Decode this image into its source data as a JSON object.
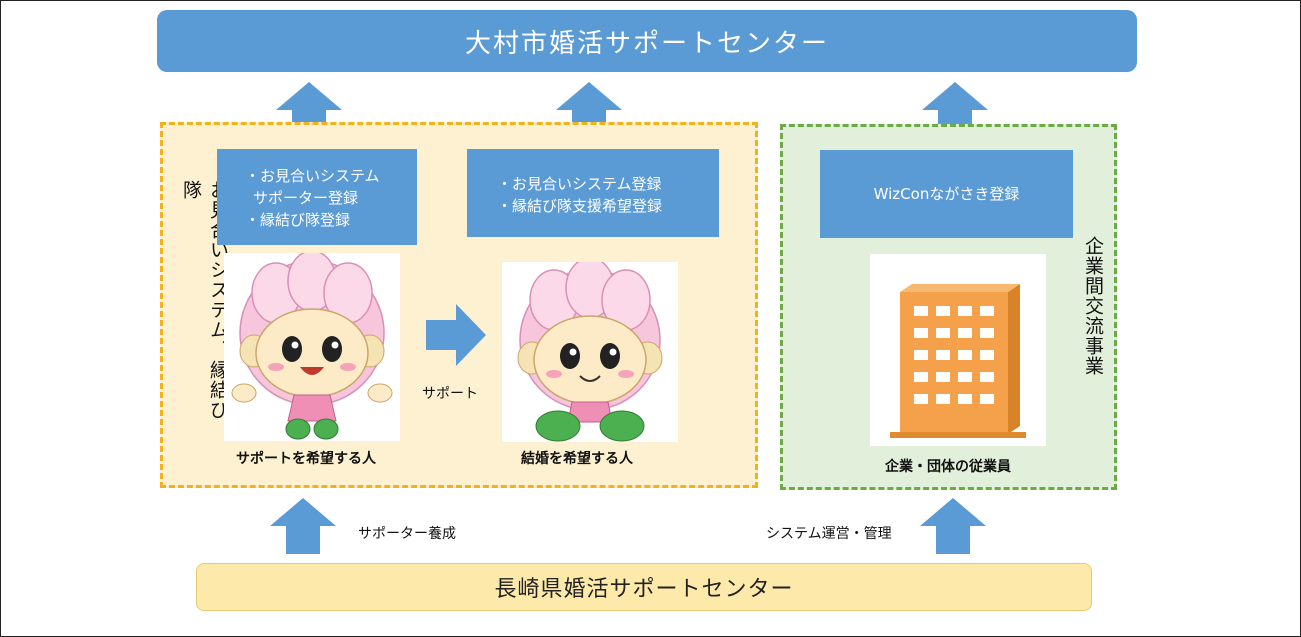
{
  "top_center": "大村市婚活サポートセンター",
  "bottom_center": "長崎県婚活サポートセンター",
  "left_panel": {
    "vertical_label": "お見合いシステム、縁結び隊",
    "box1_lines": [
      "・お見合いシステム",
      "サポーター登録",
      "・縁結び隊登録"
    ],
    "box2_lines": [
      "・お見合いシステム登録",
      "・縁結び隊支援希望登録"
    ],
    "person1_caption": "サポートを希望する人",
    "person2_caption": "結婚を希望する人",
    "support_label": "サポート"
  },
  "right_panel": {
    "vertical_label": "企業間交流事業",
    "box_text": "WizConながさき登録",
    "caption": "企業・団体の従業員"
  },
  "left_bottom_label": "サポーター養成",
  "right_bottom_label": "システム運営・管理",
  "colors": {
    "blue": "#5b9bd5",
    "orange_border": "#f3b21b",
    "green_border": "#6aab46",
    "cream": "#fdf1d1",
    "green_bg": "#e2efda",
    "building": "#f5a04a"
  }
}
